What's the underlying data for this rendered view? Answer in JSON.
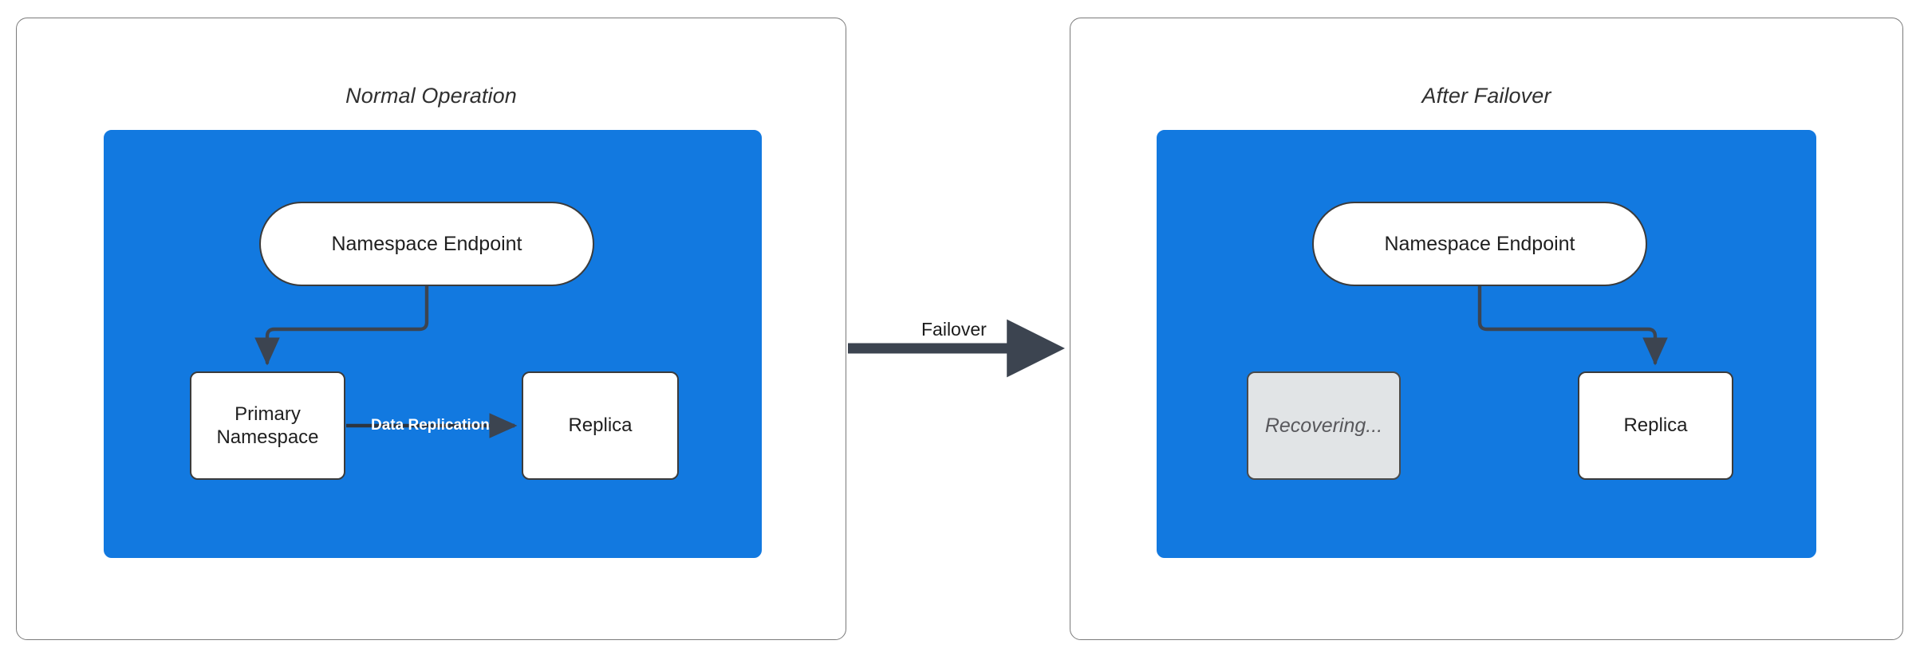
{
  "diagram": {
    "title_hidden": "",
    "colors": {
      "zone_blue": "#1279e0",
      "node_fill": "#ffffff",
      "node_stroke": "#3b3b3b",
      "recovering_fill": "#e1e4e6",
      "recovering_text": "#58585c",
      "edge_stroke": "#3c4450",
      "panel_border": "#7a7a7a",
      "label_white": "#ffffff",
      "title_text": "#303030"
    },
    "panels": [
      {
        "id": "normal-operation",
        "title": "Normal Operation",
        "nodes": [
          {
            "id": "endpoint",
            "label": "Namespace Endpoint",
            "shape": "pill",
            "state": "active"
          },
          {
            "id": "primary",
            "label": "Primary Namespace",
            "shape": "box",
            "state": "active"
          },
          {
            "id": "replica",
            "label": "Replica",
            "shape": "box",
            "state": "active"
          }
        ],
        "edges": [
          {
            "id": "endpoint-to-primary",
            "from": "endpoint",
            "to": "primary",
            "label": ""
          },
          {
            "id": "primary-to-replica",
            "from": "primary",
            "to": "replica",
            "label": "Data Replication"
          }
        ]
      },
      {
        "id": "after-failover",
        "title": "After Failover",
        "nodes": [
          {
            "id": "endpoint",
            "label": "Namespace Endpoint",
            "shape": "pill",
            "state": "active"
          },
          {
            "id": "recovering",
            "label": "Recovering...",
            "shape": "box",
            "state": "recovering"
          },
          {
            "id": "replica",
            "label": "Replica",
            "shape": "box",
            "state": "active"
          }
        ],
        "edges": [
          {
            "id": "endpoint-to-replica",
            "from": "endpoint",
            "to": "replica",
            "label": ""
          }
        ]
      }
    ],
    "transition": {
      "label": "Failover",
      "direction": "left-to-right"
    }
  }
}
